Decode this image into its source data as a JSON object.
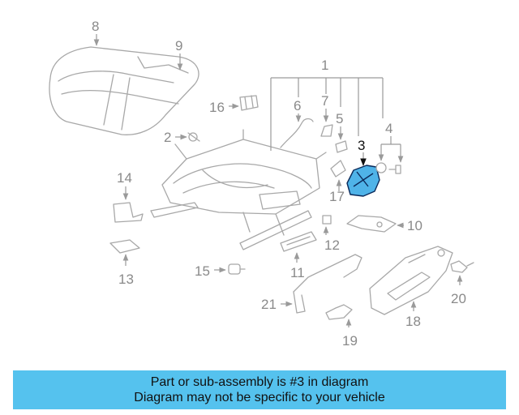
{
  "diagram": {
    "highlighted_part": "3",
    "highlight_color": "#4fb3e8",
    "callouts": [
      "1",
      "2",
      "3",
      "4",
      "5",
      "6",
      "7",
      "8",
      "9",
      "10",
      "11",
      "12",
      "13",
      "14",
      "15",
      "16",
      "17",
      "18",
      "19",
      "20",
      "21"
    ]
  },
  "banner": {
    "line1": "Part or sub-assembly is #3 in diagram",
    "line2": "Diagram may not be specific to your vehicle",
    "background": "#55c2ee"
  }
}
